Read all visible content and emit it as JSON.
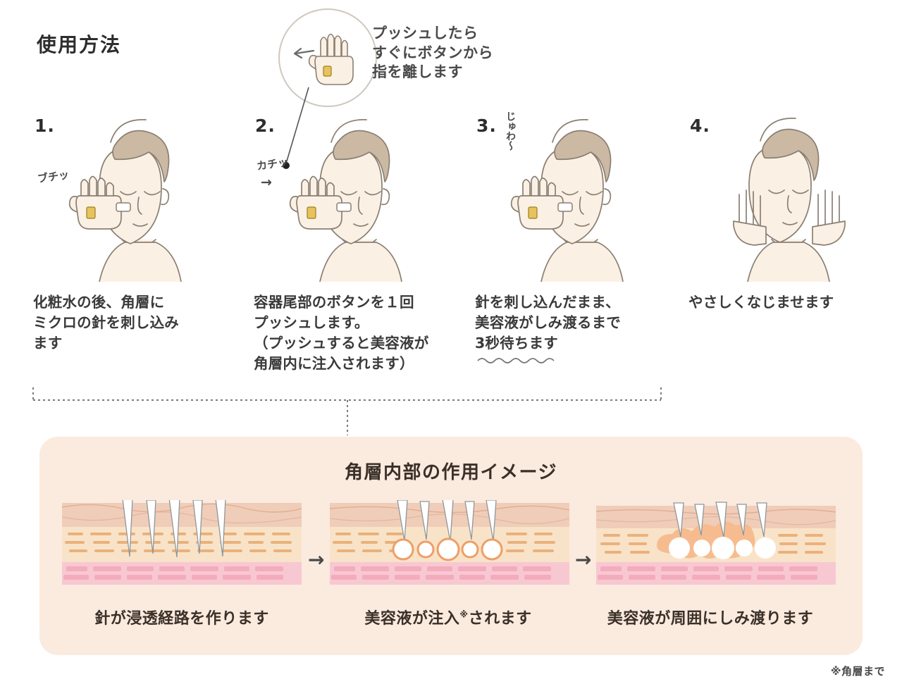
{
  "page": {
    "title": "使用方法",
    "background": "#ffffff"
  },
  "callout": {
    "text": "プッシュしたら\nすぐにボタンから\n指を離します",
    "icon": "hand-pressing-button-circle"
  },
  "steps": [
    {
      "number": "1.",
      "sfx": "ブチッ",
      "caption": "化粧水の後、角層に\nミクロの針を刺し込み\nます",
      "figure": "woman-face-with-hand-applicator"
    },
    {
      "number": "2.",
      "sfx": "カチッ",
      "sfx_arrow": "→",
      "caption": "容器尾部のボタンを１回\nプッシュします。\n（プッシュすると美容液が\n角層内に注入されます）",
      "figure": "woman-face-with-hand-applicator"
    },
    {
      "number": "3.",
      "sfx": "じゅわ〜",
      "caption": "針を刺し込んだまま、\n美容液がしみ渡るまで\n3秒待ちます",
      "figure": "woman-face-with-hand-applicator",
      "wavy_underline": true
    },
    {
      "number": "4.",
      "sfx": "",
      "caption": "やさしくなじませます",
      "figure": "woman-face-with-both-hands"
    }
  ],
  "panel": {
    "title": "角層内部の作用イメージ",
    "background": "#fbeade",
    "arrow": "→",
    "stages": [
      {
        "caption": "針が浸透経路を作ります",
        "caption_mark": "",
        "diagram": "skin-cross-section-needles-inserted",
        "needles": 5,
        "droplets": 0
      },
      {
        "caption": "美容液が注入",
        "caption_mark": "※",
        "caption_tail": "されます",
        "diagram": "skin-cross-section-serum-injected",
        "needles": 5,
        "droplets": 5
      },
      {
        "caption": "美容液が周囲にしみ渡ります",
        "caption_mark": "",
        "diagram": "skin-cross-section-serum-spreading",
        "needles": 5,
        "droplets": 5
      }
    ]
  },
  "footnote": "※角層まで",
  "colors": {
    "panel_bg": "#fbeade",
    "skin_top": "#f0cdb8",
    "skin_mid": "#f7dfc3",
    "skin_deep": "#f6c6cf",
    "needle": "#ffffff",
    "needle_edge": "#9aa3a8",
    "droplet": "#ffffff",
    "droplet_ring": "#f0a272",
    "hair": "#cbb9a4",
    "skin_tone": "#fbf0e4",
    "outline": "#8a7f72",
    "text": "#3a3a3a",
    "button_gold": "#d9b24c"
  }
}
